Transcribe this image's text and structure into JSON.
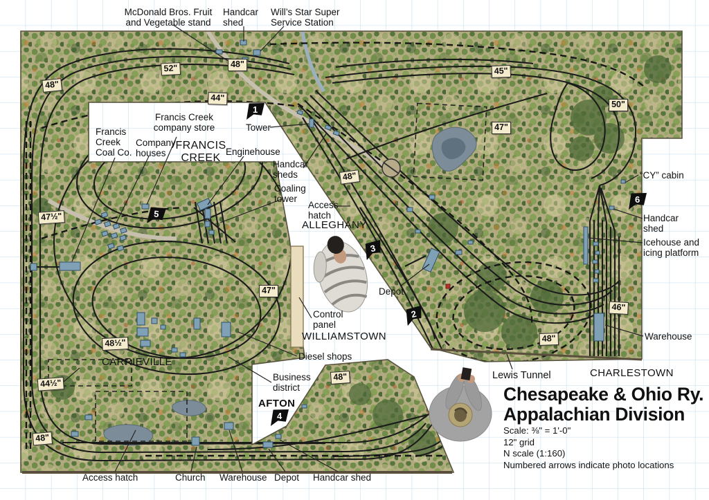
{
  "figure": {
    "type": "model railroad track plan",
    "railroad": "Chesapeake & Ohio Ry.",
    "division": "Appalachian Division"
  },
  "title_block": {
    "line1": "Chesapeake & Ohio Ry.",
    "line2": "Appalachian Division",
    "notes": [
      "Scale: ⅜\" = 1'-0\"",
      "12\" grid",
      "N scale (1:160)",
      "Numbered arrows indicate photo locations"
    ]
  },
  "towns": [
    {
      "name": "FRANCIS\nCREEK"
    },
    {
      "name": "ALLEGHANY"
    },
    {
      "name": "WILLIAMSTOWN"
    },
    {
      "name": "CARRIEVILLE"
    },
    {
      "name": "AFTON"
    },
    {
      "name": "CHARLESTOWN"
    }
  ],
  "labels": [
    {
      "id": "mcdonald-stand",
      "text": "McDonald Bros. Fruit\nand Vegetable stand"
    },
    {
      "id": "handcar-shed-top",
      "text": "Handcar\nshed"
    },
    {
      "id": "wills-station",
      "text": "Will’s Star Super\nService Station"
    },
    {
      "id": "tower",
      "text": "Tower"
    },
    {
      "id": "company-store",
      "text": "Francis Creek\ncompany store"
    },
    {
      "id": "coal-co",
      "text": "Francis\nCreek\nCoal Co."
    },
    {
      "id": "company-houses",
      "text": "Company\nhouses"
    },
    {
      "id": "enginehouse",
      "text": "Enginehouse"
    },
    {
      "id": "handcar-sheds",
      "text": "Handcar\nsheds"
    },
    {
      "id": "coaling-tower",
      "text": "Coaling\ntower"
    },
    {
      "id": "access-hatch-alleghany",
      "text": "Access\nhatch"
    },
    {
      "id": "control-panel",
      "text": "Control\npanel"
    },
    {
      "id": "diesel-shops",
      "text": "Diesel shops"
    },
    {
      "id": "business-district",
      "text": "Business\ndistrict"
    },
    {
      "id": "depot-center",
      "text": "Depot"
    },
    {
      "id": "lewis-tunnel",
      "text": "Lewis Tunnel"
    },
    {
      "id": "cy-cabin",
      "text": "“CY” cabin"
    },
    {
      "id": "handcar-shed-right",
      "text": "Handcar\nshed"
    },
    {
      "id": "icehouse",
      "text": "Icehouse and\nicing platform"
    },
    {
      "id": "warehouse-right",
      "text": "Warehouse"
    },
    {
      "id": "access-hatch-bottom",
      "text": "Access hatch"
    },
    {
      "id": "church",
      "text": "Church"
    },
    {
      "id": "warehouse-bottom",
      "text": "Warehouse"
    },
    {
      "id": "depot-bottom",
      "text": "Depot"
    },
    {
      "id": "handcar-shed-bottom",
      "text": "Handcar shed"
    }
  ],
  "elevation_markers": [
    {
      "value": "52\""
    },
    {
      "value": "48\""
    },
    {
      "value": "48\""
    },
    {
      "value": "44\""
    },
    {
      "value": "45\""
    },
    {
      "value": "50\""
    },
    {
      "value": "47\""
    },
    {
      "value": "48\""
    },
    {
      "value": "47\""
    },
    {
      "value": "47½\""
    },
    {
      "value": "48½\""
    },
    {
      "value": "44½\""
    },
    {
      "value": "48\""
    },
    {
      "value": "46\""
    },
    {
      "value": "48\""
    },
    {
      "value": "48\""
    }
  ],
  "photo_arrows": [
    {
      "num": "1"
    },
    {
      "num": "2"
    },
    {
      "num": "3"
    },
    {
      "num": "4"
    },
    {
      "num": "5"
    },
    {
      "num": "6"
    }
  ],
  "colors": {
    "grid": "#c3dcee",
    "benchwork_edge": "#57513d",
    "marker_bg": "#f5ecce",
    "arrow_bg": "#0e0e0e",
    "building": "#7fa0b5",
    "track": "#1b1b1b"
  }
}
